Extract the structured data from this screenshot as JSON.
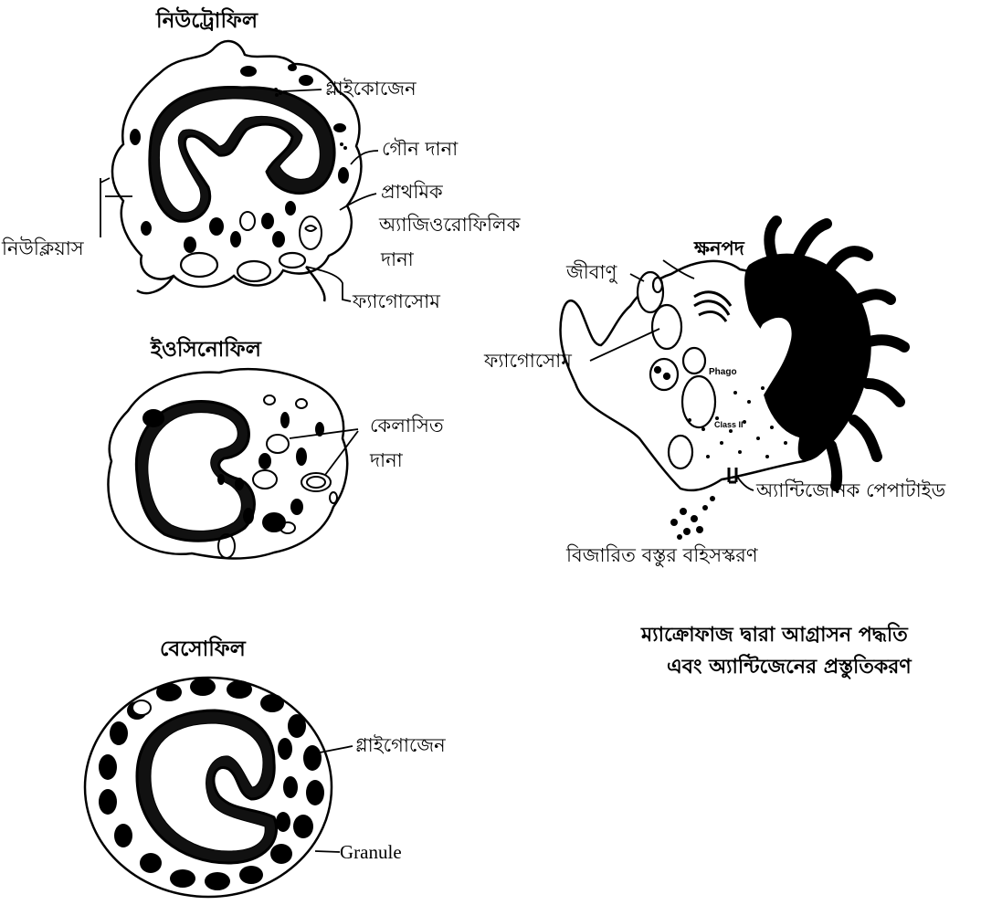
{
  "neutrophil": {
    "title": "নিউট্রোফিল",
    "labels": {
      "glycogen": "গ্লাইকোজেন",
      "secondary_granule": "গৌন দানা",
      "primary_azurophilic_1": "প্রাথমিক",
      "primary_azurophilic_2": "অ্যাজিওরোফিলিক",
      "primary_azurophilic_3": "দানা",
      "nucleus": "নিউক্লিয়াস",
      "phagosome": "ফ্যাগোসোম"
    }
  },
  "eosinophil": {
    "title": "ইওসিনোফিল",
    "labels": {
      "crystalline_1": "কেলাসিত",
      "crystalline_2": "দানা"
    }
  },
  "basophil": {
    "title": "বেসোফিল",
    "labels": {
      "glycogen": "গ্লাইগোজেন",
      "granule": "Granule"
    }
  },
  "macrophage": {
    "labels": {
      "pseudopod": "ক্ষনপদ",
      "bacterium": "জীবাণু",
      "phagosome": "ফ্যাগোসোম",
      "antigenic_peptide": "অ্যান্টিজেনিক পেপাটাইড",
      "exocytosis": "বিজারিত বস্তুর বহিসস্করণ",
      "inner_phago": "Phago",
      "inner_class2": "Class II"
    },
    "caption_line1": "ম্যাক্রোফাজ দ্বারা আগ্রাসন পদ্ধতি",
    "caption_line2": "এবং অ্যান্টিজেনের প্রস্তুতিকরণ"
  },
  "colors": {
    "ink": "#000000",
    "paper": "#ffffff"
  }
}
